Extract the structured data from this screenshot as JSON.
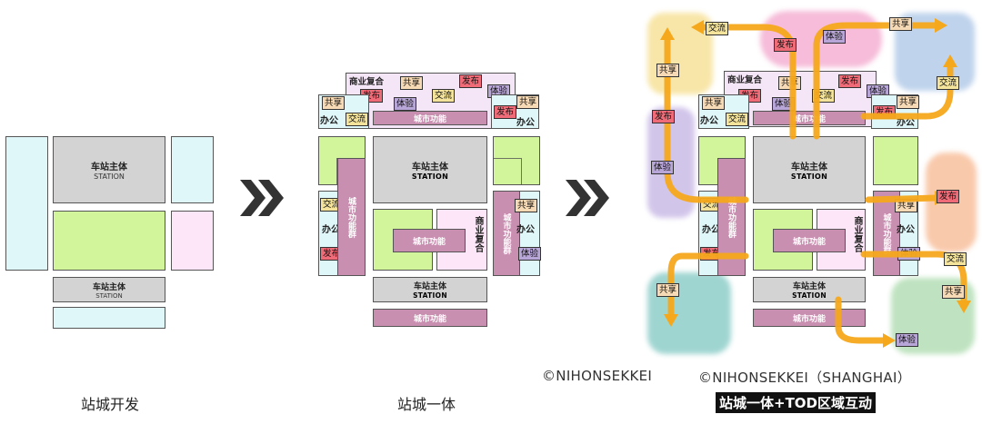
{
  "panel1": {
    "station_main": "车站主体",
    "station_en": "STATION",
    "station_main_2": "车站主体",
    "station_en_2": "STATION",
    "caption": "站城开发"
  },
  "panel2": {
    "commercial_complex_top": "商业复合",
    "share": "共享",
    "publish": "发布",
    "exchange": "交流",
    "experience": "体验",
    "office": "办公",
    "city_function": "城市功能",
    "city_function_group": "城市功能群",
    "station_main": "车站主体",
    "station_en": "STATION",
    "commercial_complex_vertical": "商业复合",
    "caption": "站城一体"
  },
  "panel3": {
    "caption": "站城一体+TOD区域互动"
  },
  "copyright": {
    "left": "©NIHONSEKKEI",
    "right": "©NIHONSEKKEI（SHANGHAI）"
  },
  "colors": {
    "arrow": "#f6a81c",
    "chevron": "#333333"
  }
}
